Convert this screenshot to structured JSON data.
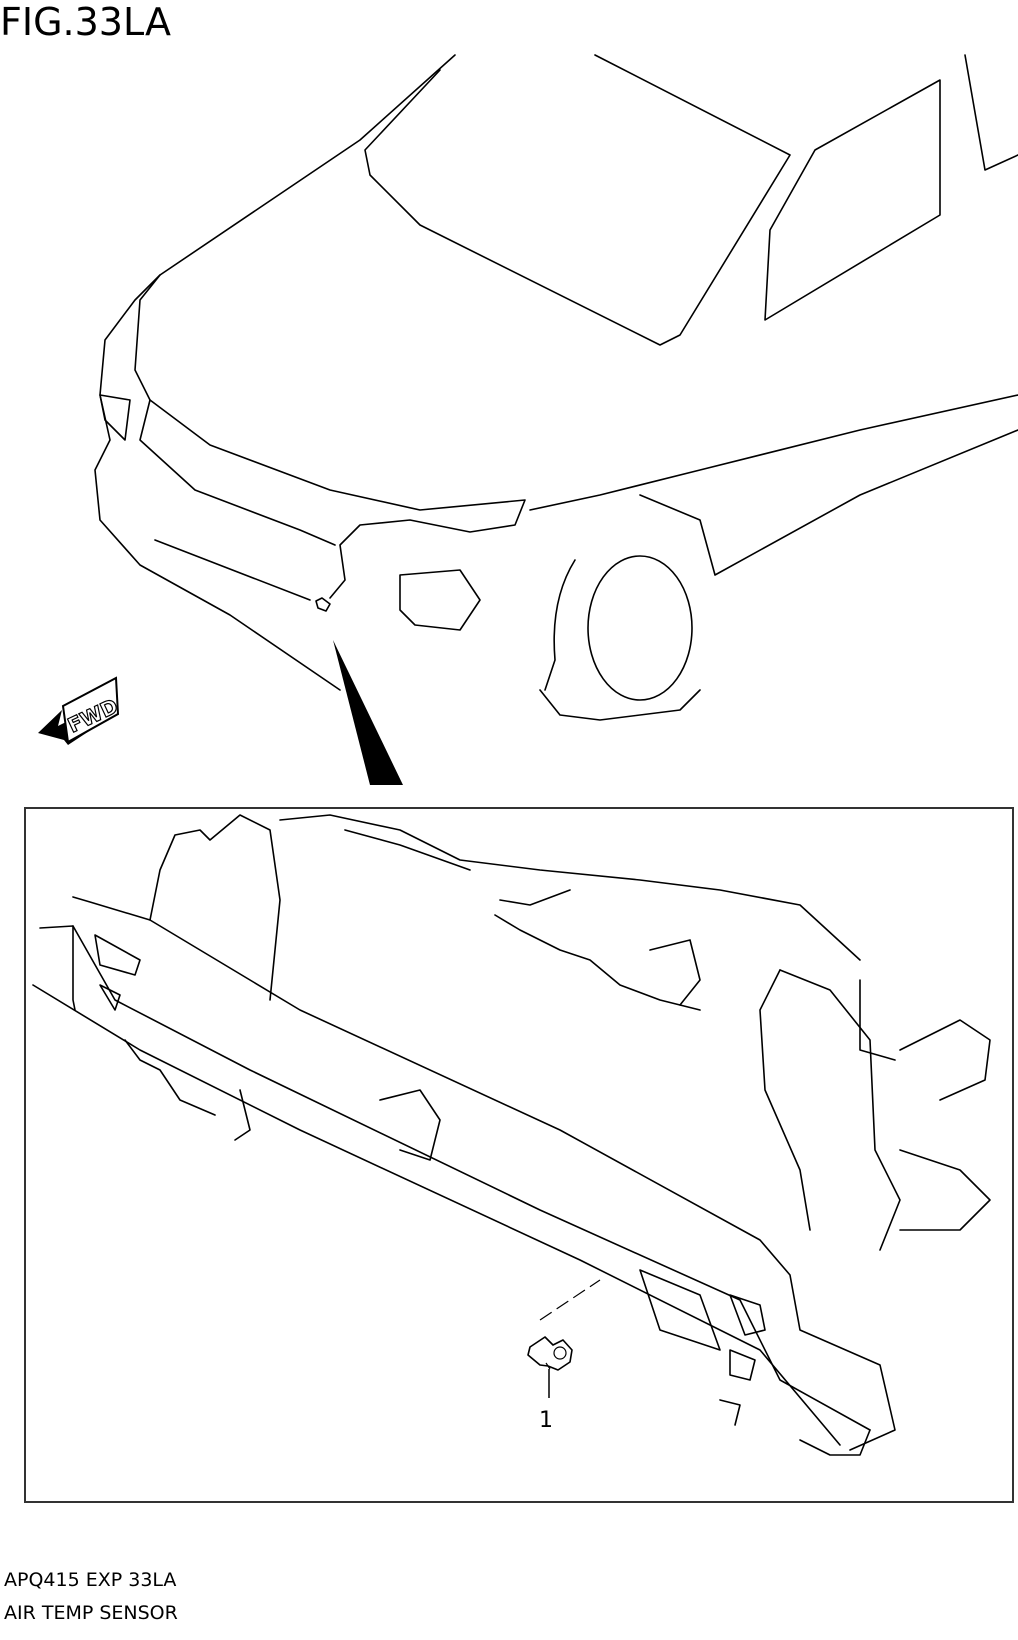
{
  "header": {
    "figure_label": "FIG.33LA"
  },
  "diagram": {
    "fwd_indicator": {
      "label": "FWD",
      "icon": "fwd-arrow-icon"
    },
    "callouts": [
      {
        "number": "1",
        "part": "air temp sensor"
      }
    ],
    "colors": {
      "line": "#000000",
      "frame": "#333333",
      "background": "#ffffff"
    }
  },
  "footer": {
    "code": "APQ415 EXP 33LA",
    "name": "AIR TEMP SENSOR"
  }
}
